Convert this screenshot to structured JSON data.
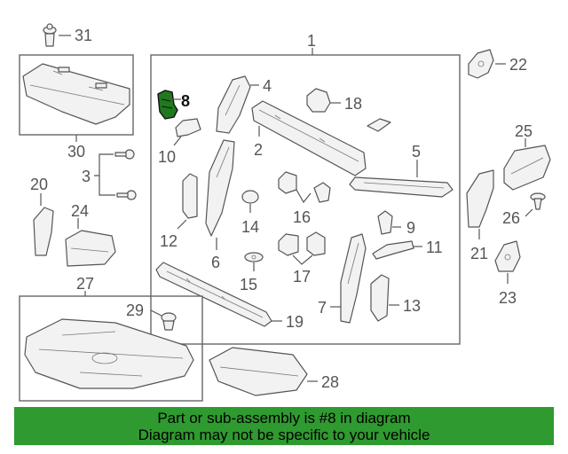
{
  "callouts": {
    "c1": "1",
    "c2": "2",
    "c3": "3",
    "c4": "4",
    "c5": "5",
    "c6": "6",
    "c7": "7",
    "c8": "8",
    "c9": "9",
    "c10": "10",
    "c11": "11",
    "c12": "12",
    "c13": "13",
    "c14": "14",
    "c15": "15",
    "c16": "16",
    "c17": "17",
    "c18": "18",
    "c19": "19",
    "c20": "20",
    "c21": "21",
    "c22": "22",
    "c23": "23",
    "c24": "24",
    "c25": "25",
    "c26": "26",
    "c27": "27",
    "c28": "28",
    "c29": "29",
    "c30": "30",
    "c31": "31"
  },
  "highlight": {
    "part": "8",
    "color": "#1f7a1f"
  },
  "banner": {
    "line1": "Part or sub-assembly is #8 in diagram",
    "line2": "Diagram may not be specific to your vehicle",
    "color": "#2f9a2f"
  }
}
